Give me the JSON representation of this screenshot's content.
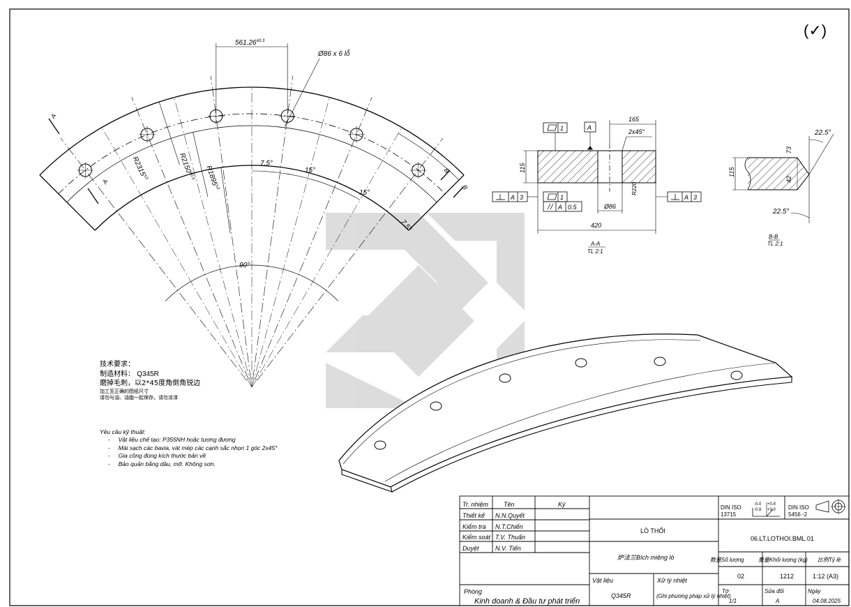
{
  "corner_symbol": "(✓)",
  "plan": {
    "arc_spacing": "561.26",
    "arc_spacing_tol": "±0.3",
    "hole_note": "Ø86 x 6 lỗ",
    "r_outer": "R2315",
    "r_outer_tol": "±3",
    "r_mid": "R2150",
    "r_mid_tol": "±0.5",
    "r_inner": "R1895",
    "r_inner_tol": "±3",
    "ang1": "7.5°",
    "ang2": "15°",
    "ang3": "15°",
    "ang4": "7.5°",
    "ang_total": "90°",
    "sec_a": "A",
    "sec_b": "B"
  },
  "section_aa": {
    "title": "A-A",
    "scale": "TL 2:1",
    "width": "420",
    "height": "115",
    "offset": "165",
    "chamfer": "2x45°",
    "hole": "Ø86",
    "radius": "R220",
    "datum": "A",
    "flatness": "1",
    "parallel": "0.5",
    "perp_left": "3",
    "perp_right": "3"
  },
  "section_bb": {
    "title": "B-B",
    "scale": "TL 2:1",
    "angle_top": "22.5°",
    "angle_bottom": "22.5°",
    "height": "115",
    "dim_top": "73",
    "dim_bottom": "42"
  },
  "tech_cn": {
    "title": "技术要求：",
    "material_label": "制造材料：",
    "material": "Q345R",
    "line2": "磨掉毛刺，以2*45度角倒角锐边",
    "line3": "加工至正确的图纸尺寸",
    "line4": "请勿与油、油脂一起保存。请勿涂漆"
  },
  "tech_vi": {
    "title": "Yêu cầu kỹ thuật:",
    "items": [
      "Vật liệu chế tạo: P355NH hoặc tương đương",
      "Mài sạch các bavia, vát mép các cạnh sắc nhọn 1 góc 2x45°",
      "Gia công đúng kích thước bản vẽ",
      "Bảo quản bằng dầu, mỡ. Không sơn."
    ]
  },
  "title_block": {
    "col_role": "Tr. nhiệm",
    "col_name": "Tên",
    "col_sign": "Ký",
    "rows": [
      {
        "role": "Thiết kế",
        "name": "N.N.Quyết"
      },
      {
        "role": "Kiểm tra",
        "name": "N.T.Chiến"
      },
      {
        "role": "Kiểm soát",
        "name": "T.V. Thuấn"
      },
      {
        "role": "Duyệt",
        "name": "N.V. Tiến"
      }
    ],
    "product": "LÒ THỔI",
    "part_name": "炉法兰Bích miệng lò",
    "dept_label": "Phòng",
    "dept": "Kinh doanh & Đầu tư phát triển",
    "material_label": "Vật liệu",
    "material": "Q345R",
    "heat_label": "Xử lý nhiệt",
    "heat_value": "(Ghi phương pháp xử lý nhiệt)",
    "iso1_a": "DIN ISO",
    "iso1_b": "13715",
    "iso_edge": [
      "-0.0",
      "+0.8",
      "-0.8",
      "+0.0"
    ],
    "iso2_a": "DIN ISO",
    "iso2_b": "5456 -2",
    "drawing_no": "06.LT.LOTHOI.BML.01",
    "qty_label": "数量Số lượng",
    "mass_label": "重量Khối lượng (kg)",
    "scale_label": "比例Tỷ lệ",
    "qty": "02",
    "mass": "1212",
    "scale": "1:12 (A3)",
    "sheet_label": "Tờ",
    "rev_label": "Sửa đổi",
    "date_label": "Ngày",
    "sheet": "1/1",
    "rev": "A",
    "date": "04.08.2025"
  }
}
